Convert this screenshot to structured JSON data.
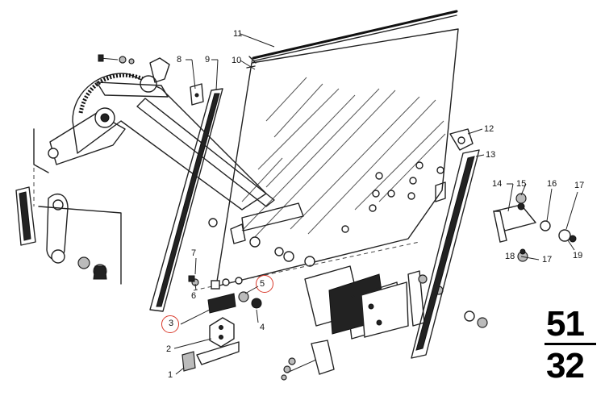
{
  "parts": {
    "p1": "1",
    "p2": "2",
    "p3": "3",
    "p4": "4",
    "p5": "5",
    "p6": "6",
    "p7": "7",
    "p8": "8",
    "p9": "9",
    "p10": "10",
    "p11": "11",
    "p12": "12",
    "p13": "13",
    "p14": "14",
    "p15": "15",
    "p16": "16",
    "p17a": "17",
    "p17b": "17",
    "p18": "18",
    "p19": "19"
  },
  "highlighted_parts": [
    "3",
    "5"
  ],
  "highlight_color": "#d9392b",
  "group": {
    "main": "51",
    "sub": "32"
  }
}
